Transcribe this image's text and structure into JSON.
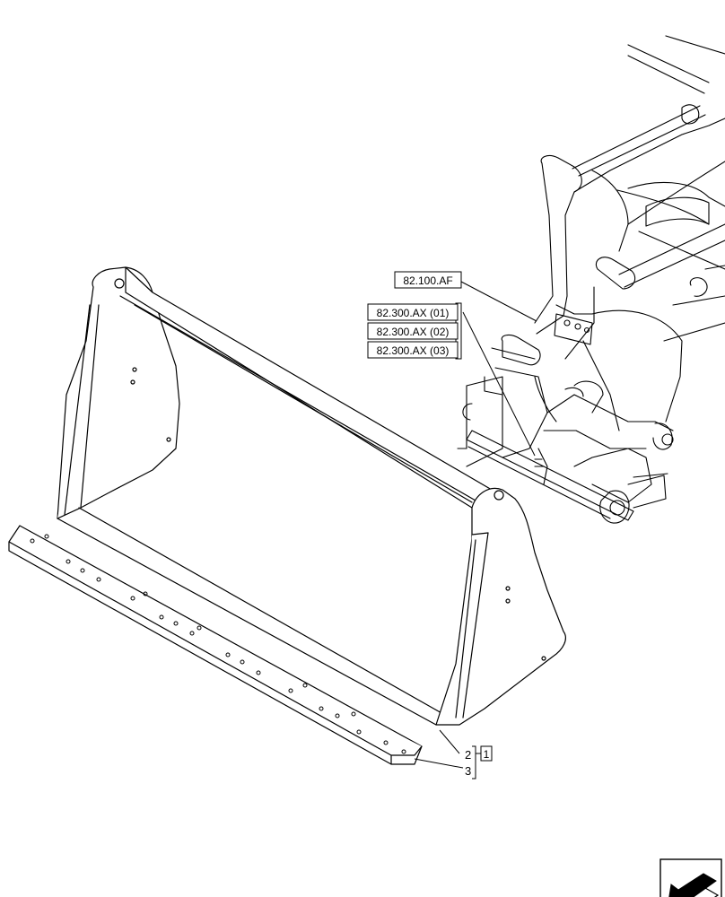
{
  "references": {
    "af": "82.100.AF",
    "ax01": "82.300.AX (01)",
    "ax02": "82.300.AX (02)",
    "ax03": "82.300.AX (03)"
  },
  "callouts": {
    "item2": "2",
    "item3": "3",
    "group1": "1"
  },
  "icons": {
    "corner": "next-page-arrow-icon"
  }
}
